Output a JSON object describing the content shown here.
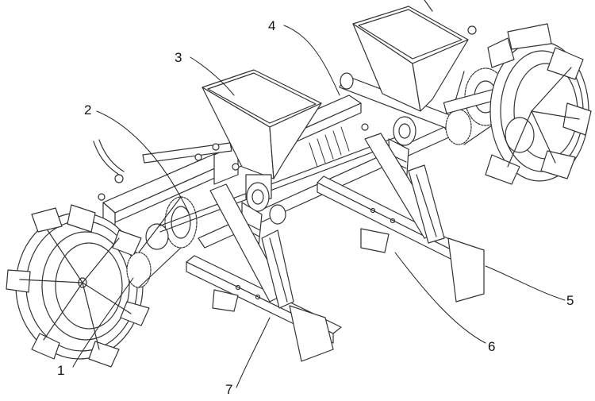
{
  "callouts": [
    {
      "id": "1",
      "label": "1"
    },
    {
      "id": "2",
      "label": "2"
    },
    {
      "id": "3",
      "label": "3"
    },
    {
      "id": "4",
      "label": "4"
    },
    {
      "id": "5",
      "label": "5"
    },
    {
      "id": "6",
      "label": "6"
    },
    {
      "id": "7",
      "label": "7"
    }
  ],
  "colors": {
    "line": "#333333",
    "background": "#ffffff"
  }
}
